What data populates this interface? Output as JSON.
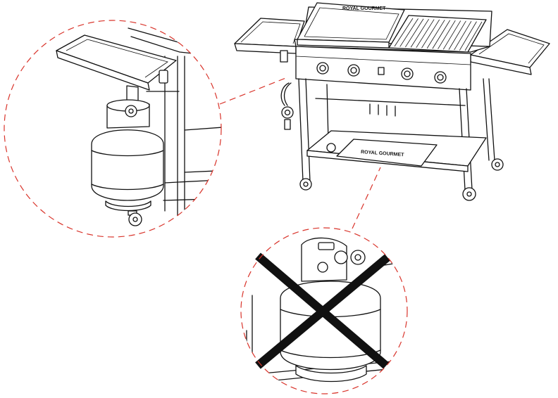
{
  "brand_text": "ROYAL GOURMET",
  "colors": {
    "line": "#111111",
    "callout_dash": "#d9342b",
    "prohibited_mark": "#111111",
    "background": "#ffffff"
  },
  "callouts": [
    {
      "id": "correct",
      "meaning": "propane tank hung on side bracket",
      "status": "correct"
    },
    {
      "id": "incorrect",
      "meaning": "propane tank placed on bottom shelf",
      "status": "prohibited"
    }
  ],
  "icons": [
    "grill",
    "propane-tank",
    "regulator",
    "control-knob",
    "caster-wheel",
    "x-mark"
  ]
}
